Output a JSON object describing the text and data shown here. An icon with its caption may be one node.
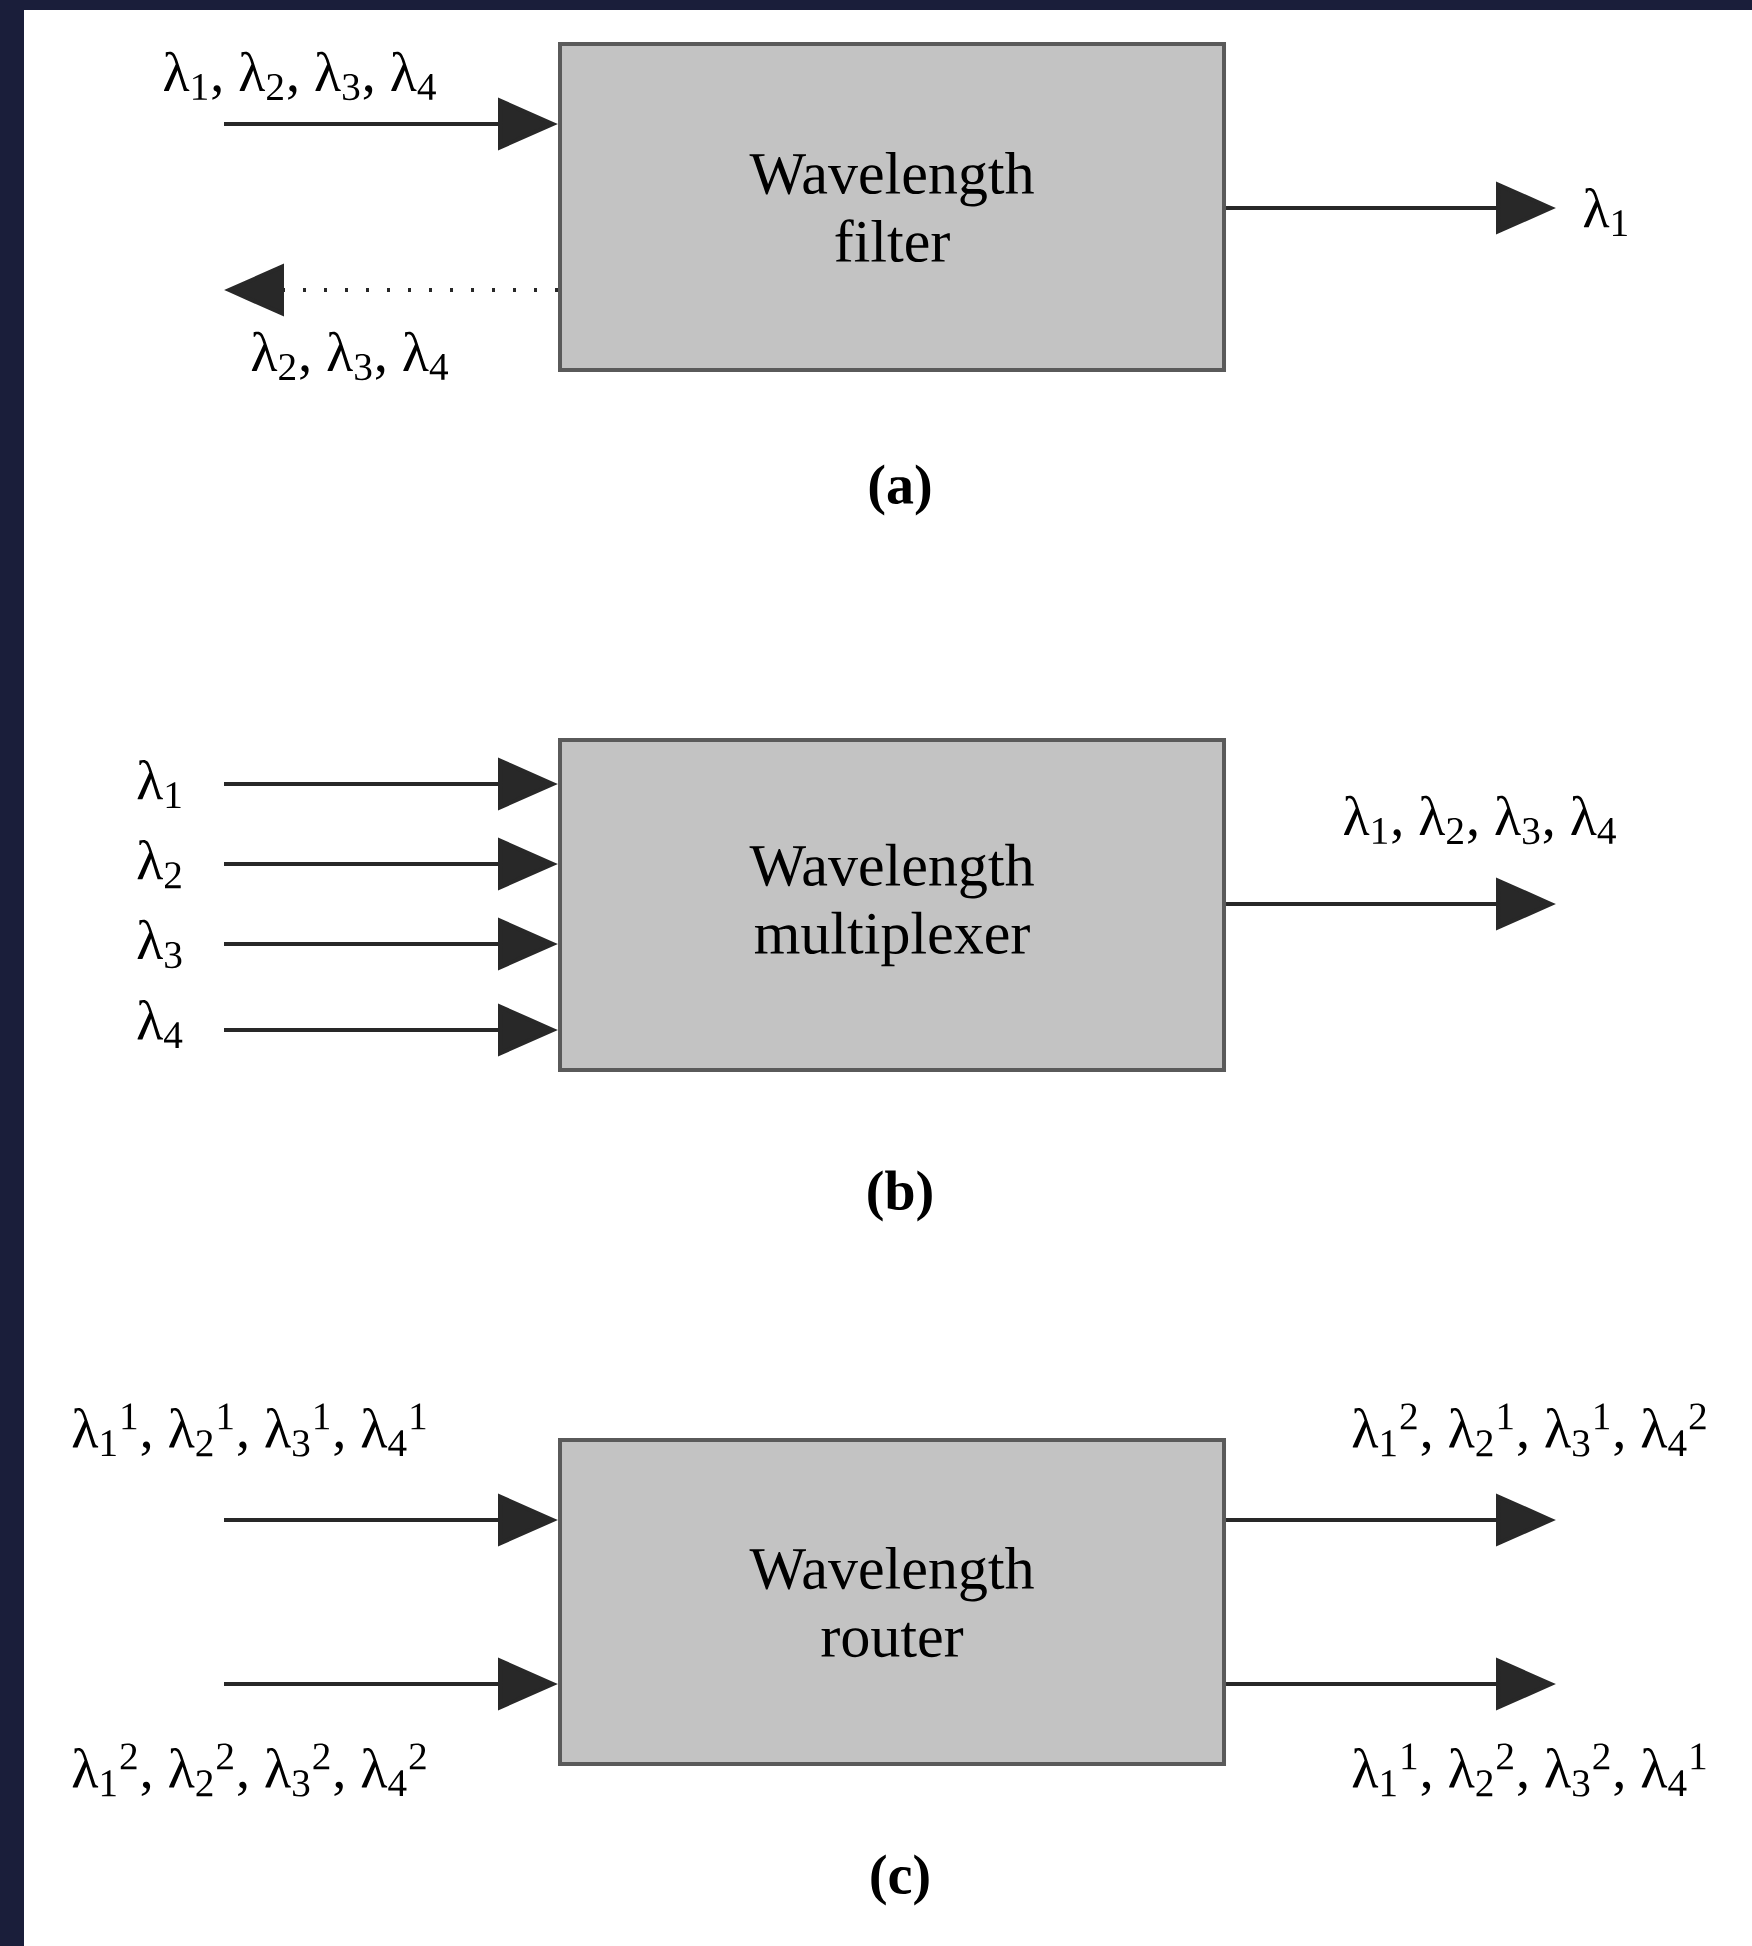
{
  "diagram": {
    "nodes": [
      {
        "text": [
          "Wavelength filter"
        ]
      },
      {
        "text": [
          "Wavelength multiplexer"
        ]
      },
      {
        "text": [
          "Wavelength router"
        ]
      }
    ],
    "edges": [
      {
        "from": null,
        "to": 0,
        "arrow": "to",
        "label": "λ$_{1}$, λ$_{2}$, λ$_{3}$, λ$_{4}$"
      },
      {
        "from": 0,
        "to": null,
        "arrow": "to",
        "style": "dashed",
        "label": "λ$_{2}$, λ$_{3}$, λ$_{4}$"
      },
      {
        "from": 0,
        "to": null,
        "arrow": "to",
        "label": "λ$_{1}$"
      },
      {
        "from": null,
        "to": 1,
        "arrow": "to",
        "label": "λ$_{1}$"
      },
      {
        "from": null,
        "to": 1,
        "arrow": "to",
        "label": "λ$_{2}$"
      },
      {
        "from": null,
        "to": 1,
        "arrow": "to",
        "label": "λ$_{3}$"
      },
      {
        "from": null,
        "to": 1,
        "arrow": "to",
        "label": "λ$_{4}$"
      },
      {
        "from": 1,
        "to": null,
        "arrow": "to",
        "label": "λ$_{1}$, λ$_{2}$, λ$_{3}$, λ$_{4}$"
      },
      {
        "from": null,
        "to": 2,
        "arrow": "to",
        "label": "λ$_{1}$$^{1}$, λ$_{2}$$^{1}$, λ$_{3}$$^{1}$, λ$_{4}$$^{1}$"
      },
      {
        "from": null,
        "to": 2,
        "arrow": "to",
        "label": "λ$_{1}$$^{2}$, λ$_{2}$$^{2}$, λ$_{3}$$^{2}$, λ$_{4}$$^{2}$"
      },
      {
        "from": 2,
        "to": null,
        "arrow": "to",
        "label": "λ$_{1}$$^{2}$, λ$_{2}$$^{1}$, λ$_{3}$$^{1}$, λ$_{4}$$^{2}$"
      },
      {
        "from": 2,
        "to": null,
        "arrow": "to",
        "label": "λ$_{1}$$^{1}$, λ$_{2}$$^{2}$, λ$_{3}$$^{2}$, λ$_{4}$$^{1}$"
      }
    ],
    "labels": [
      "(a)",
      "(b)",
      "(c)"
    ]
  }
}
